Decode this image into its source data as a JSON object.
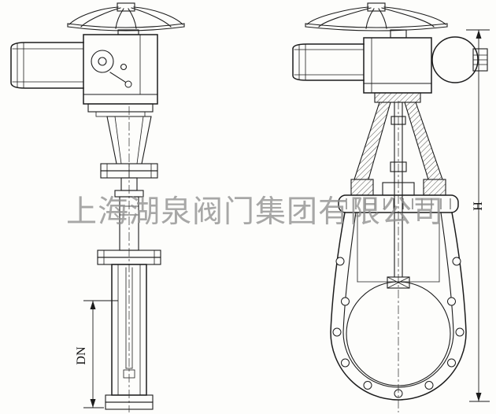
{
  "watermark": {
    "text": "上海湖泉阀门集团有限公司"
  },
  "dimensions": {
    "dn": "DN",
    "h": "H"
  },
  "colors": {
    "line": "#1c1c1c",
    "watermark": "#8f8f8f",
    "background": "#fdfdfb"
  }
}
